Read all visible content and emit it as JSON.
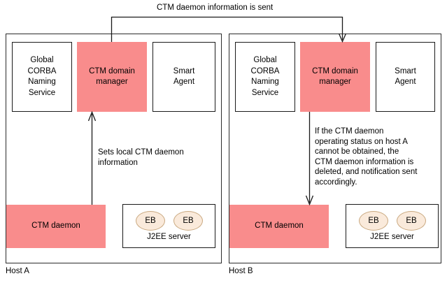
{
  "diagram": {
    "top_annotation": "CTM daemon information is sent",
    "hosts": [
      {
        "label": "Host A",
        "components": [
          {
            "name": "global-corba-naming-service",
            "text": "Global\nCORBA\nNaming\nService",
            "filled": false
          },
          {
            "name": "ctm-domain-manager",
            "text": "CTM domain\nmanager",
            "filled": true
          },
          {
            "name": "smart-agent",
            "text": "Smart\nAgent",
            "filled": false
          }
        ],
        "daemon": {
          "name": "ctm-daemon",
          "text": "CTM daemon",
          "filled": true
        },
        "j2ee": {
          "label": "J2EE server",
          "beans": [
            "EB",
            "EB"
          ]
        },
        "annotation": "Sets local CTM daemon\ninformation"
      },
      {
        "label": "Host B",
        "components": [
          {
            "name": "global-corba-naming-service",
            "text": "Global\nCORBA\nNaming\nService",
            "filled": false
          },
          {
            "name": "ctm-domain-manager",
            "text": "CTM domain\nmanager",
            "filled": true
          },
          {
            "name": "smart-agent",
            "text": "Smart\nAgent",
            "filled": false
          }
        ],
        "daemon": {
          "name": "ctm-daemon",
          "text": "CTM daemon",
          "filled": true
        },
        "j2ee": {
          "label": "J2EE server",
          "beans": [
            "EB",
            "EB"
          ]
        },
        "annotation": "If the CTM daemon\noperating status on host A\ncannot be obtained, the\nCTM daemon information is\ndeleted, and notification sent\naccordingly."
      }
    ],
    "colors": {
      "filled_box": "#f98c8c",
      "bean_fill": "#faeadb",
      "bean_border": "#c9a87f",
      "line": "#1a1a1a",
      "panel_border": "#2b2b2b",
      "background": "#ffffff"
    }
  }
}
